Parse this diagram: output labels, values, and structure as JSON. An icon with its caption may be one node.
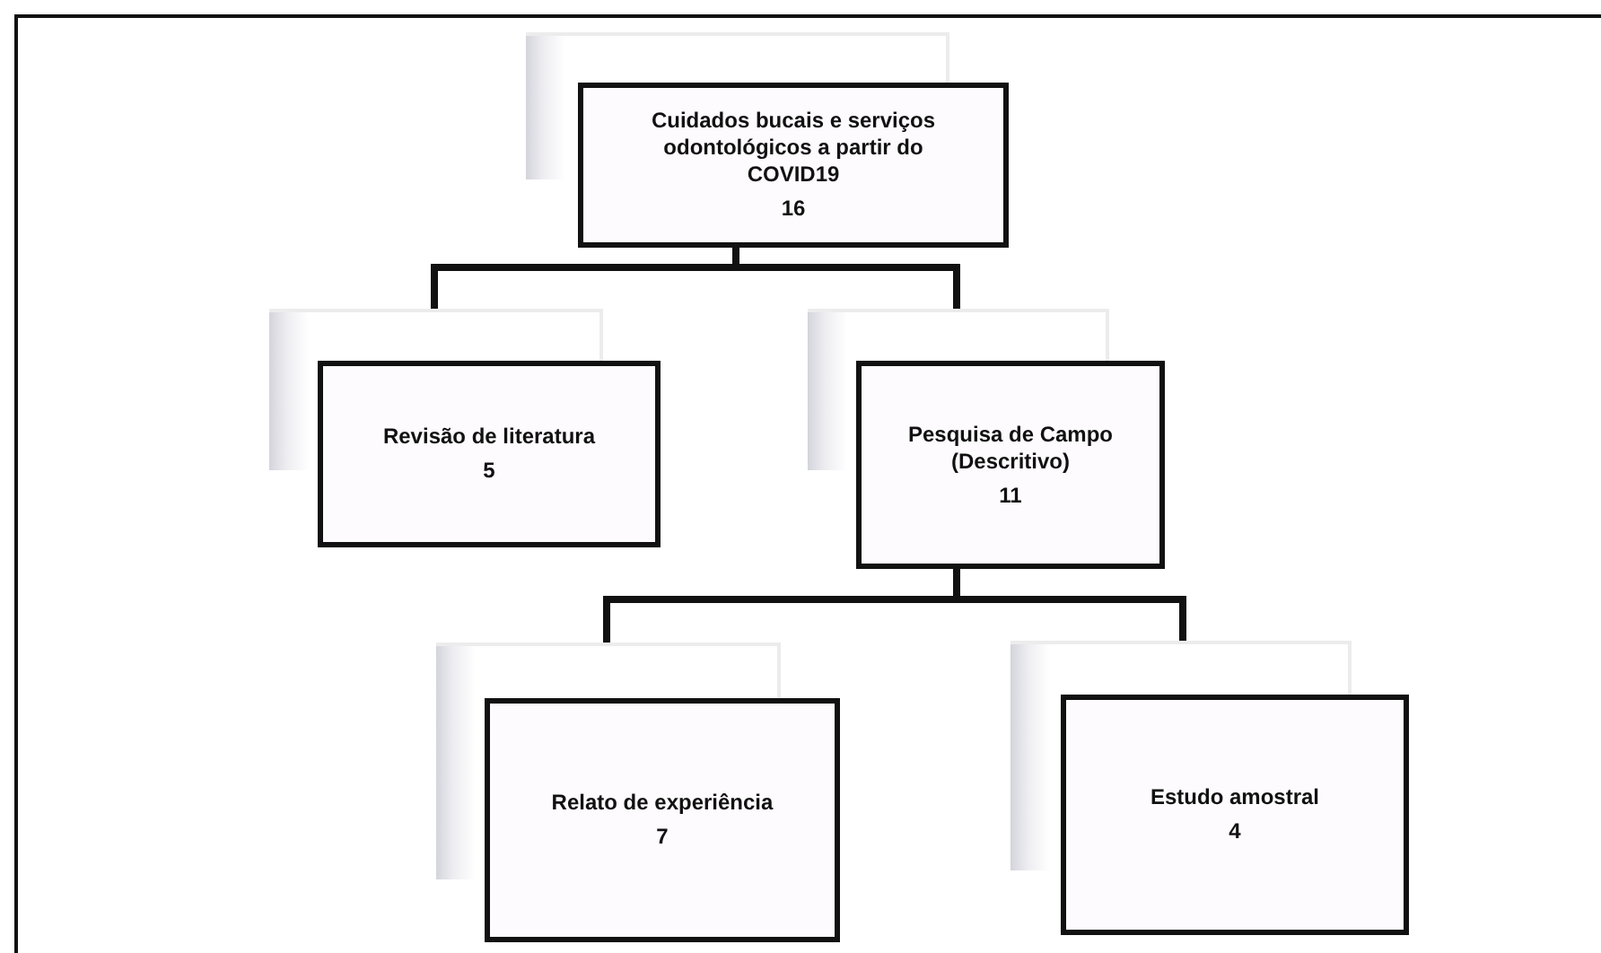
{
  "diagram": {
    "nodes": [
      {
        "text": [
          "Cuidados bucais e serviços odontológicos a partir do COVID19",
          "16"
        ]
      },
      {
        "text": [
          "Revisão de literatura",
          "5"
        ]
      },
      {
        "text": [
          "Pesquisa de Campo (Descritivo)",
          "11"
        ]
      },
      {
        "text": [
          "Relato de experiência",
          "7"
        ]
      },
      {
        "text": [
          "Estudo amostral",
          "4"
        ]
      }
    ],
    "edges": [
      {
        "from": 0,
        "to": 1,
        "arrow": "none"
      },
      {
        "from": 0,
        "to": 2,
        "arrow": "none"
      },
      {
        "from": 2,
        "to": 3,
        "arrow": "none"
      },
      {
        "from": 2,
        "to": 4,
        "arrow": "none"
      }
    ]
  }
}
